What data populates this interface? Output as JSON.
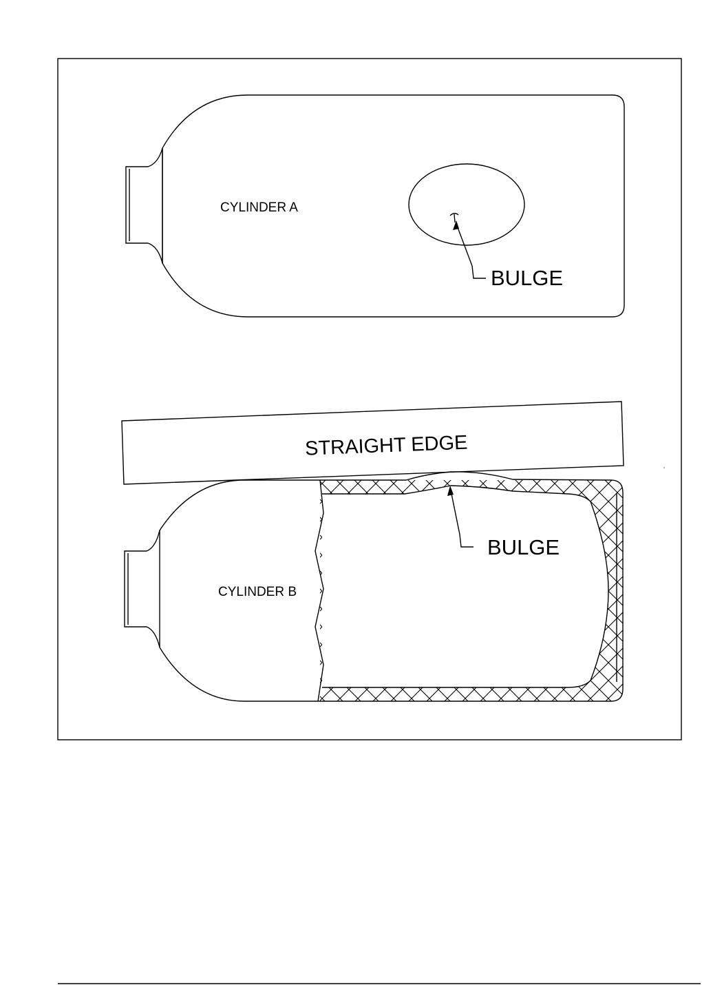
{
  "labels": {
    "cylinder_a": "CYLINDER A",
    "cylinder_b": "CYLINDER B",
    "bulge_a": "BULGE",
    "bulge_b": "BULGE",
    "straight_edge": "STRAIGHT EDGE"
  }
}
